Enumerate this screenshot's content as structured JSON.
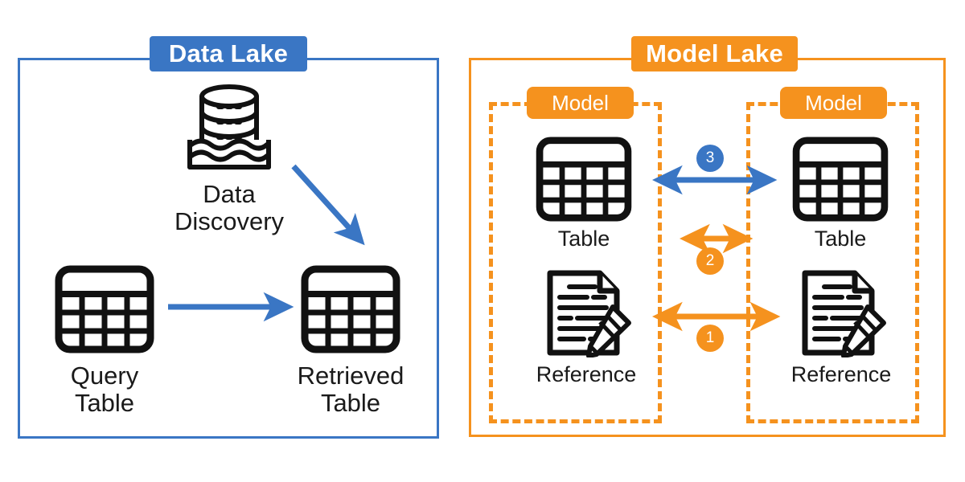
{
  "figure": {
    "title": "Data Lake versus Model Lake comparison diagram",
    "background_color": "#ffffff",
    "blue": "#3a76c4",
    "orange": "#f5921e",
    "ink": "#111111"
  },
  "data_lake_panel": {
    "title": "Data Lake",
    "border_color": "#3a76c4",
    "nodes": [
      {
        "id": "data-discovery",
        "icon": "database-in-water-icon",
        "caption": "Data\nDiscovery"
      },
      {
        "id": "query-table",
        "icon": "table-icon",
        "caption": "Query\nTable"
      },
      {
        "id": "retrieved-table",
        "icon": "table-icon",
        "caption": "Retrieved\nTable"
      }
    ],
    "arrows": [
      {
        "id": "discovery-to-retrieved",
        "style": "single-head",
        "color": "#3a76c4",
        "direction": "diagonal-down-right"
      },
      {
        "id": "query-to-retrieved",
        "style": "single-head",
        "color": "#3a76c4",
        "direction": "right"
      }
    ]
  },
  "model_lake_panel": {
    "title": "Model Lake",
    "border_color": "#f5921e",
    "models": [
      {
        "id": "model-left",
        "label": "Model",
        "nodes": [
          {
            "id": "table-left",
            "icon": "table-icon",
            "caption": "Table"
          },
          {
            "id": "reference-left",
            "icon": "document-with-pencil-icon",
            "caption": "Reference"
          }
        ]
      },
      {
        "id": "model-right",
        "label": "Model",
        "nodes": [
          {
            "id": "table-right",
            "icon": "table-icon",
            "caption": "Table"
          },
          {
            "id": "reference-right",
            "icon": "document-with-pencil-icon",
            "caption": "Reference"
          }
        ]
      }
    ],
    "relations": [
      {
        "id": "relation-3",
        "badge": "3",
        "badge_color": "#3a76c4",
        "arrow_color": "#3a76c4",
        "style": "double-head",
        "connects": "table-left <-> table-right",
        "badge_position": "above-arrow"
      },
      {
        "id": "relation-2",
        "badge": "2",
        "badge_color": "#f5921e",
        "arrow_color": "#f5921e",
        "style": "double-head",
        "connects": "table-left <-> table-right (short)",
        "badge_position": "below-arrow"
      },
      {
        "id": "relation-1",
        "badge": "1",
        "badge_color": "#f5921e",
        "arrow_color": "#f5921e",
        "style": "double-head",
        "connects": "reference-left <-> reference-right",
        "badge_position": "below-arrow"
      }
    ]
  }
}
